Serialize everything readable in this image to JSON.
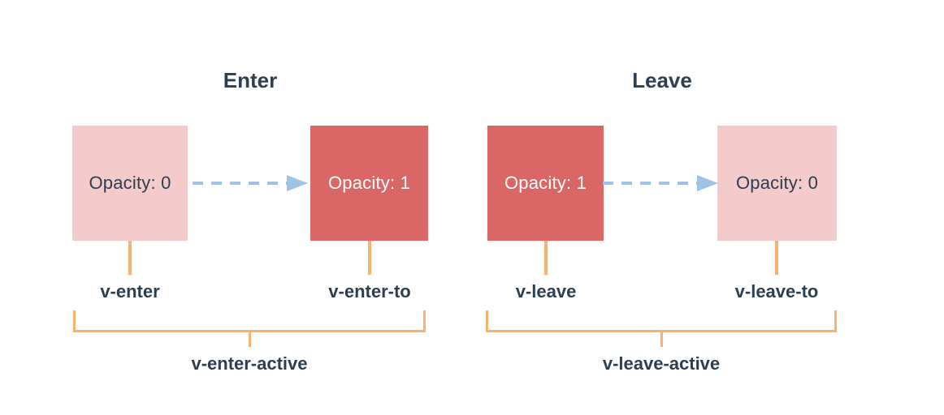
{
  "colors": {
    "background": "#ffffff",
    "text_dark": "#2c3e50",
    "box_pink": "#f3cbcb",
    "box_red": "#db6666",
    "box_text_light": "#ffffff",
    "arrow_blue": "#9fc2e6",
    "bracket_orange": "#f8b26c"
  },
  "enter": {
    "title": "Enter",
    "from_box": {
      "label": "Opacity: 0"
    },
    "to_box": {
      "label": "Opacity: 1"
    },
    "from_class": "v-enter",
    "to_class": "v-enter-to",
    "active_class": "v-enter-active"
  },
  "leave": {
    "title": "Leave",
    "from_box": {
      "label": "Opacity: 1"
    },
    "to_box": {
      "label": "Opacity: 0"
    },
    "from_class": "v-leave",
    "to_class": "v-leave-to",
    "active_class": "v-leave-active"
  }
}
